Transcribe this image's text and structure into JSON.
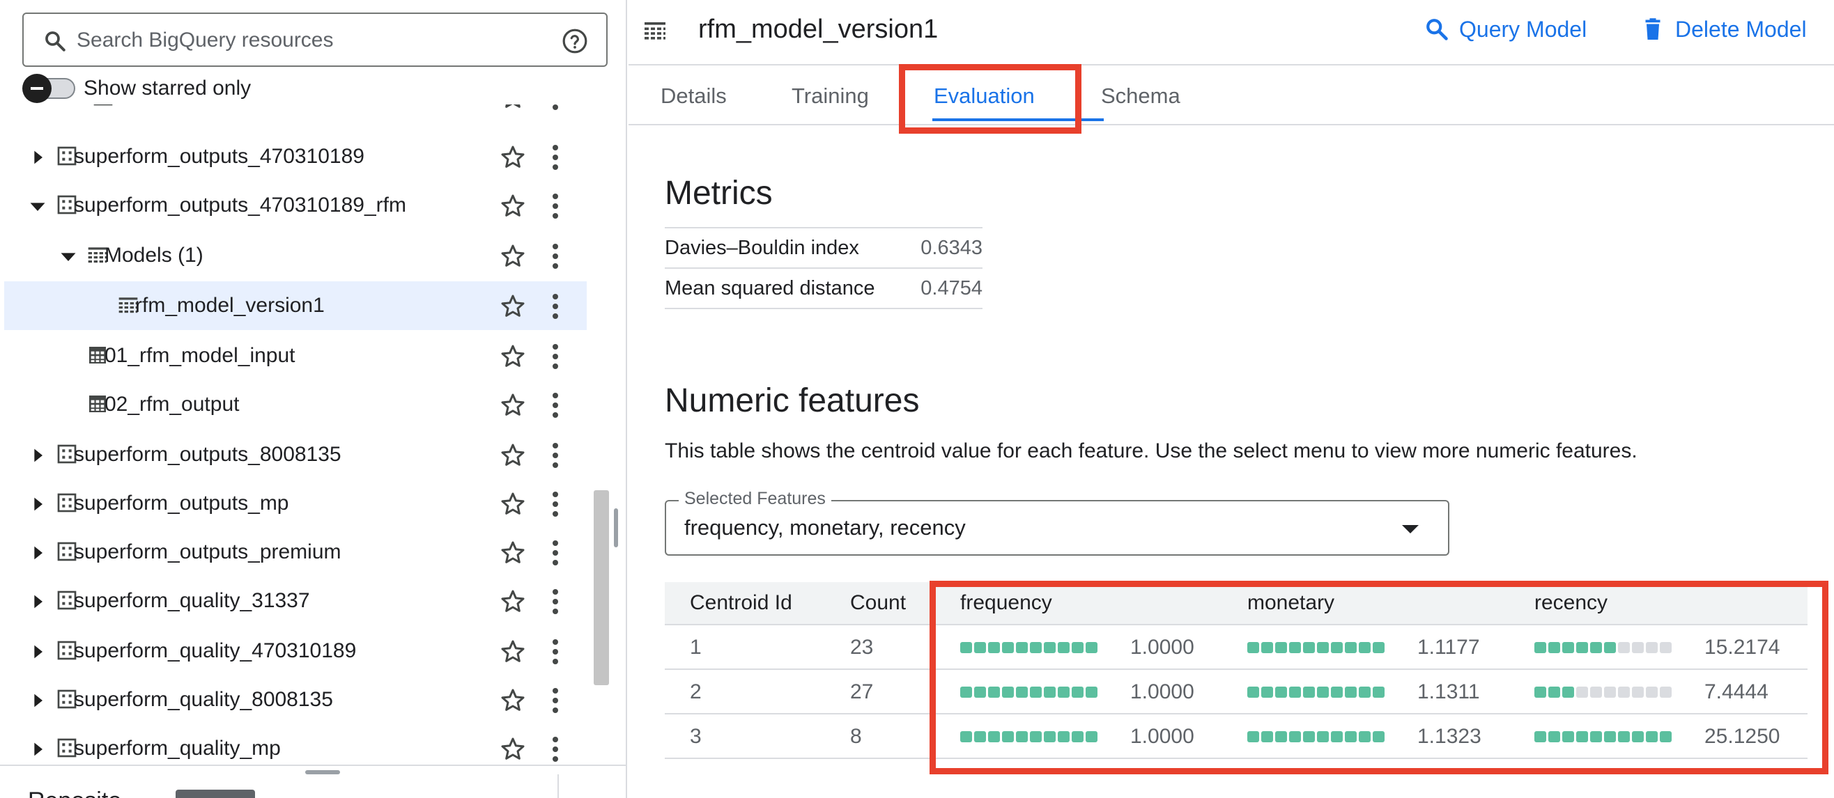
{
  "search": {
    "placeholder": "Search BigQuery resources"
  },
  "starred_toggle": {
    "label": "Show starred only"
  },
  "tree": {
    "items": [
      {
        "label": "superform_outputs_470310189",
        "expanded": false,
        "indent": 0,
        "icon": "dataset-icon"
      },
      {
        "label": "superform_outputs_470310189_rfm",
        "expanded": true,
        "indent": 0,
        "icon": "dataset-icon"
      },
      {
        "label": "Models (1)",
        "expanded": true,
        "indent": 1,
        "icon": "model-icon"
      },
      {
        "label": "rfm_model_version1",
        "indent": 2,
        "icon": "model-icon",
        "selected": true
      },
      {
        "label": "01_rfm_model_input",
        "indent": 1,
        "icon": "table-icon"
      },
      {
        "label": "02_rfm_output",
        "indent": 1,
        "icon": "table-icon"
      },
      {
        "label": "superform_outputs_8008135",
        "expanded": false,
        "indent": 0,
        "icon": "dataset-icon"
      },
      {
        "label": "superform_outputs_mp",
        "expanded": false,
        "indent": 0,
        "icon": "dataset-icon"
      },
      {
        "label": "superform_outputs_premium",
        "expanded": false,
        "indent": 0,
        "icon": "dataset-icon"
      },
      {
        "label": "superform_quality_31337",
        "expanded": false,
        "indent": 0,
        "icon": "dataset-icon"
      },
      {
        "label": "superform_quality_470310189",
        "expanded": false,
        "indent": 0,
        "icon": "dataset-icon"
      },
      {
        "label": "superform_quality_8008135",
        "expanded": false,
        "indent": 0,
        "icon": "dataset-icon"
      },
      {
        "label": "superform_quality_mp",
        "expanded": false,
        "indent": 0,
        "icon": "dataset-icon"
      }
    ]
  },
  "bottom_panel": {
    "label": "Reposito"
  },
  "model": {
    "title": "rfm_model_version1",
    "query_label": "Query Model",
    "delete_label": "Delete Model"
  },
  "tabs": [
    {
      "label": "Details"
    },
    {
      "label": "Training"
    },
    {
      "label": "Evaluation",
      "active": true
    },
    {
      "label": "Schema"
    }
  ],
  "metrics": {
    "title": "Metrics",
    "rows": [
      {
        "key": "Davies–Bouldin index",
        "value": "0.6343"
      },
      {
        "key": "Mean squared distance",
        "value": "0.4754"
      }
    ]
  },
  "numeric_features": {
    "title": "Numeric features",
    "description": "This table shows the centroid value for each feature. Use the select menu to view more numeric features.",
    "select_label": "Selected Features",
    "select_value": "frequency, monetary, recency",
    "headers": [
      "Centroid Id",
      "Count",
      "frequency",
      "monetary",
      "recency"
    ],
    "rows": [
      {
        "id": "1",
        "count": "23",
        "frequency": "1.0000",
        "frequency_fill": 1.0,
        "monetary": "1.1177",
        "monetary_fill": 0.987,
        "recency": "15.2174",
        "recency_fill": 0.606
      },
      {
        "id": "2",
        "count": "27",
        "frequency": "1.0000",
        "frequency_fill": 1.0,
        "monetary": "1.1311",
        "monetary_fill": 0.999,
        "recency": "7.4444",
        "recency_fill": 0.296
      },
      {
        "id": "3",
        "count": "8",
        "frequency": "1.0000",
        "frequency_fill": 1.0,
        "monetary": "1.1323",
        "monetary_fill": 1.0,
        "recency": "25.1250",
        "recency_fill": 1.0
      }
    ]
  },
  "colors": {
    "accent": "#1a73e8",
    "highlight": "#e8402c",
    "bar_on": "#5bbf9e",
    "bar_off": "#dadce0",
    "selected_row": "#e8f0fe"
  }
}
